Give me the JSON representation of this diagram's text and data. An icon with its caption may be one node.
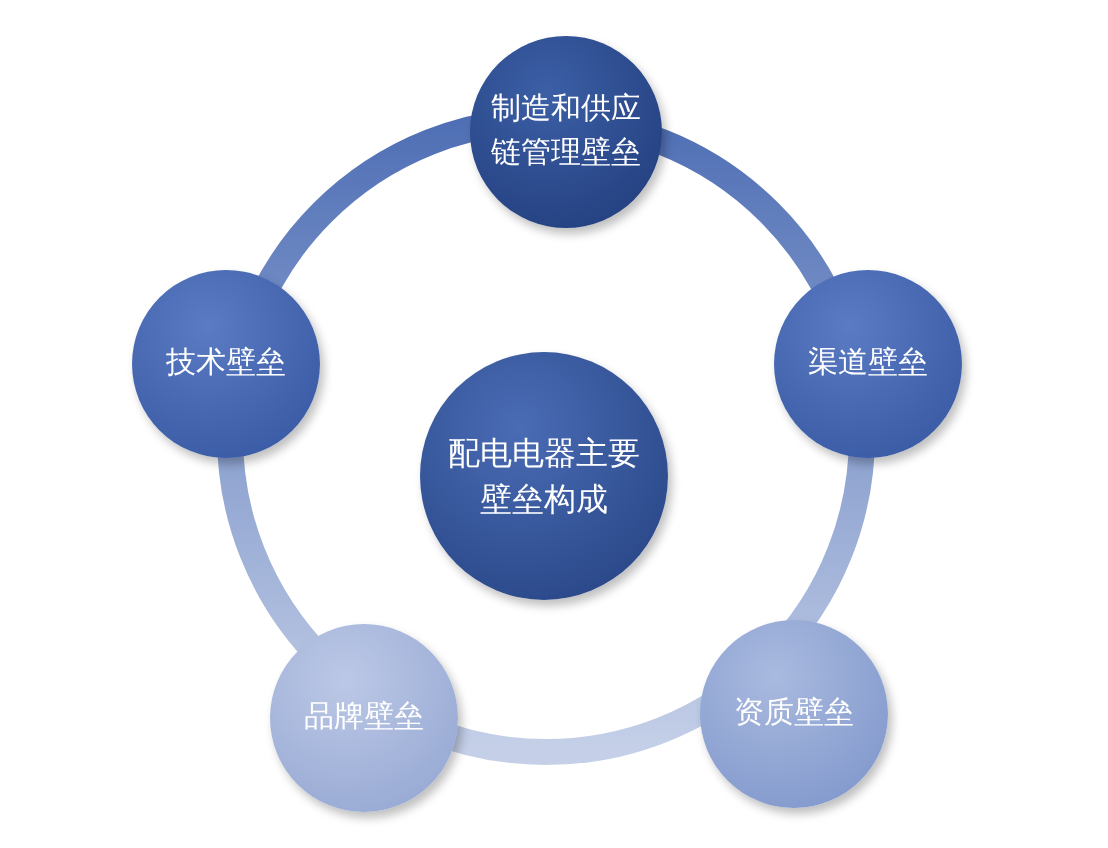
{
  "diagram": {
    "nodes": [
      {
        "text": [
          "制造和供应链管理壁垒"
        ]
      },
      {
        "text": [
          "技术壁垒"
        ]
      },
      {
        "text": [
          "渠道壁垒"
        ]
      },
      {
        "text": [
          "配电电器主要壁垒构成"
        ]
      },
      {
        "text": [
          "品牌壁垒"
        ]
      },
      {
        "text": [
          "资质壁垒"
        ]
      }
    ]
  }
}
